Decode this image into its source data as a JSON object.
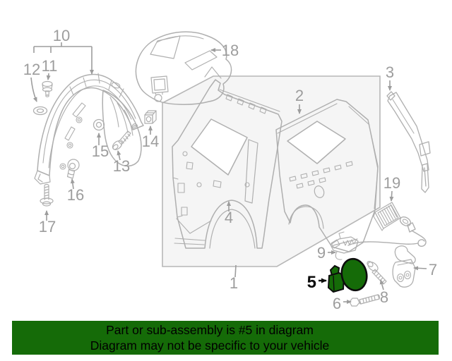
{
  "diagram": {
    "callouts": [
      {
        "label": "1"
      },
      {
        "label": "2"
      },
      {
        "label": "3"
      },
      {
        "label": "4"
      },
      {
        "label": "5"
      },
      {
        "label": "6"
      },
      {
        "label": "7"
      },
      {
        "label": "8"
      },
      {
        "label": "9"
      },
      {
        "label": "10"
      },
      {
        "label": "11"
      },
      {
        "label": "12"
      },
      {
        "label": "13"
      },
      {
        "label": "14"
      },
      {
        "label": "15"
      },
      {
        "label": "16"
      },
      {
        "label": "17"
      },
      {
        "label": "18"
      },
      {
        "label": "19"
      }
    ],
    "highlighted_part": "5",
    "highlight_color": "#156B08",
    "highlight_outline_color": "#0d0d0d",
    "line_color": "#afafaf",
    "label_color": "#9d9d9d"
  },
  "banner": {
    "line1": "Part or sub-assembly is #5 in diagram",
    "line2": "Diagram may not be specific to your vehicle",
    "background_color": "#156B08",
    "text_color": "#000000"
  }
}
